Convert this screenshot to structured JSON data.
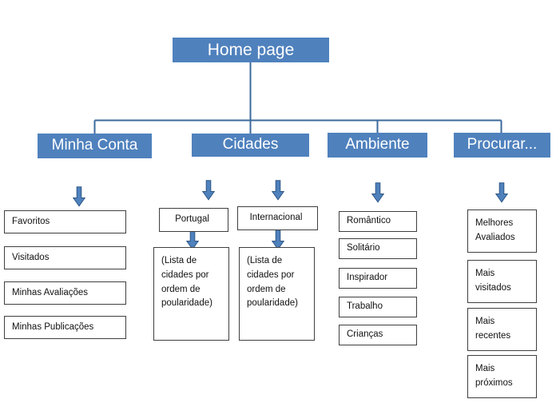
{
  "diagram": {
    "title": "Home page",
    "type": "sitemap-tree",
    "colors": {
      "node_blue_fill": "#4f81bd",
      "node_blue_text": "#ffffff",
      "node_white_fill": "#ffffff",
      "node_white_border": "#3f3f3f",
      "node_white_text": "#111111",
      "connector_line": "#3b6a9c",
      "arrow_fill": "#4f81bd",
      "arrow_stroke": "#2e5785",
      "background": "#ffffff"
    },
    "root": {
      "label": "Home page"
    },
    "branches": [
      {
        "id": "minha-conta",
        "label": "Minha Conta",
        "children": [
          {
            "label": "Favoritos"
          },
          {
            "label": "Visitados"
          },
          {
            "label": "Minhas Avaliações"
          },
          {
            "label": "Minhas Publicações"
          }
        ]
      },
      {
        "id": "cidades",
        "label": "Cidades",
        "children": [
          {
            "label": "Portugal",
            "children": [
              {
                "label": "(Lista de cidades por ordem de poularidade)"
              }
            ]
          },
          {
            "label": "Internacional",
            "children": [
              {
                "label": "(Lista de cidades por ordem de poularidade)"
              }
            ]
          }
        ]
      },
      {
        "id": "ambiente",
        "label": "Ambiente",
        "children": [
          {
            "label": "Romântico"
          },
          {
            "label": "Solitário"
          },
          {
            "label": "Inspirador"
          },
          {
            "label": "Trabalho"
          },
          {
            "label": "Crianças"
          }
        ]
      },
      {
        "id": "procurar",
        "label": "Procurar...",
        "children": [
          {
            "label": "Melhores\nAvaliados"
          },
          {
            "label": "Mais\nvisitados"
          },
          {
            "label": "Mais\nrecentes"
          },
          {
            "label": "Mais\npróximos"
          }
        ]
      }
    ],
    "icons": {
      "down_arrow": "arrow-down-icon"
    }
  }
}
